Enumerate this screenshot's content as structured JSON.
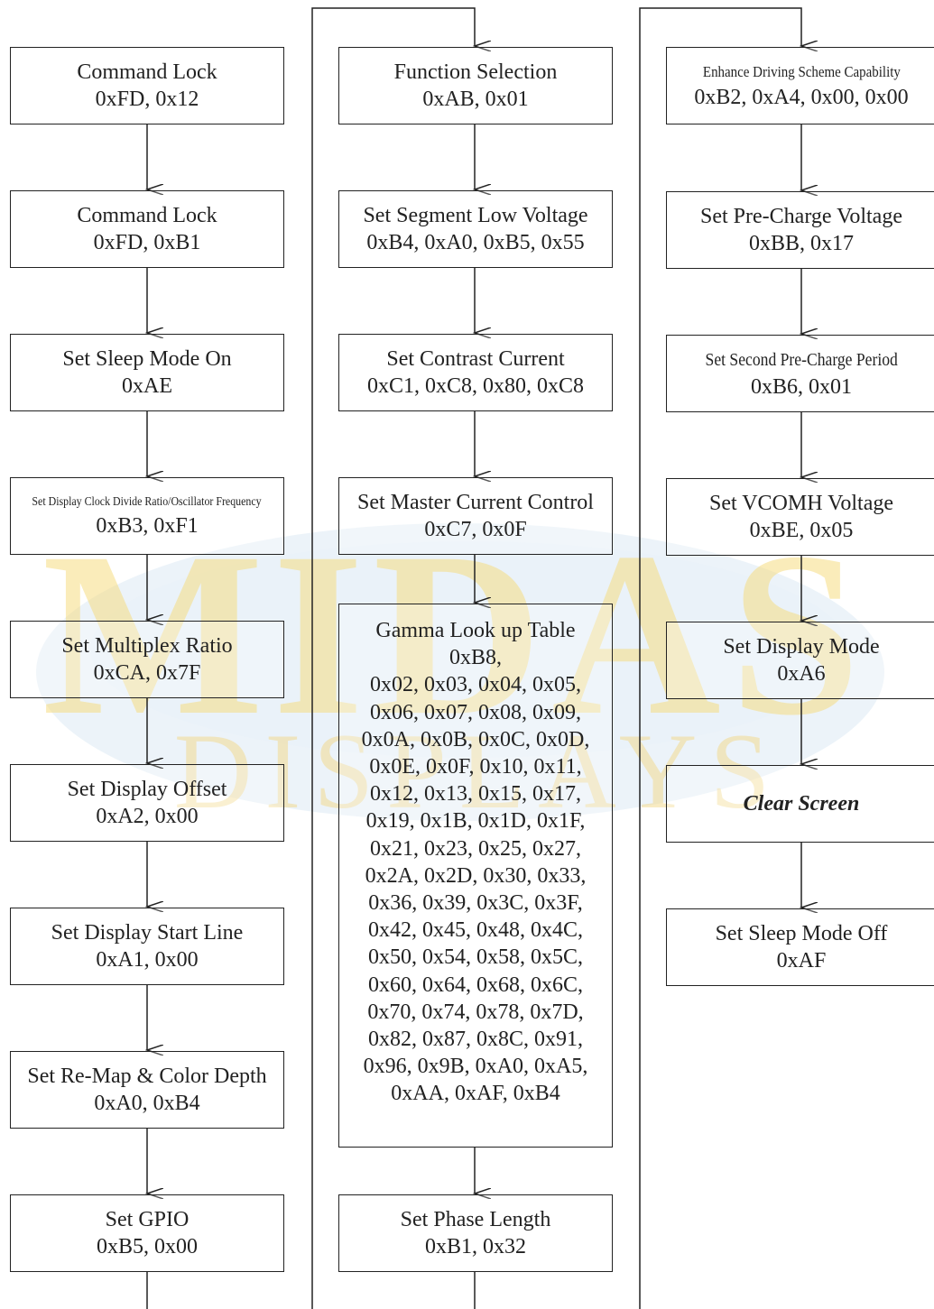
{
  "watermark": {
    "title": "MIDAS",
    "subtitle": "DISPLAYS"
  },
  "column1": [
    {
      "title": "Command Lock",
      "code": "0xFD, 0x12"
    },
    {
      "title": "Command Lock",
      "code": "0xFD, 0xB1"
    },
    {
      "title": "Set Sleep Mode On",
      "code": "0xAE"
    },
    {
      "title": "Set Display Clock Divide Ratio/Oscillator Frequency",
      "code": "0xB3, 0xF1"
    },
    {
      "title": "Set Multiplex Ratio",
      "code": "0xCA, 0x7F"
    },
    {
      "title": "Set Display Offset",
      "code": "0xA2, 0x00"
    },
    {
      "title": "Set Display Start Line",
      "code": "0xA1, 0x00"
    },
    {
      "title": "Set Re-Map & Color Depth",
      "code": "0xA0, 0xB4"
    },
    {
      "title": "Set GPIO",
      "code": "0xB5, 0x00"
    }
  ],
  "column2": [
    {
      "title": "Function Selection",
      "code": "0xAB, 0x01"
    },
    {
      "title": "Set Segment Low Voltage",
      "code": "0xB4, 0xA0, 0xB5, 0x55"
    },
    {
      "title": "Set Contrast Current",
      "code": "0xC1, 0xC8, 0x80, 0xC8"
    },
    {
      "title": "Set Master Current Control",
      "code": "0xC7, 0x0F"
    },
    {
      "title": "Gamma Look up Table",
      "lines": [
        "0xB8,",
        "0x02, 0x03, 0x04, 0x05,",
        "0x06, 0x07, 0x08, 0x09,",
        "0x0A, 0x0B, 0x0C, 0x0D,",
        "0x0E, 0x0F, 0x10, 0x11,",
        "0x12, 0x13, 0x15, 0x17,",
        "0x19, 0x1B, 0x1D, 0x1F,",
        "0x21, 0x23, 0x25, 0x27,",
        "0x2A, 0x2D, 0x30, 0x33,",
        "0x36, 0x39, 0x3C, 0x3F,",
        "0x42, 0x45, 0x48, 0x4C,",
        "0x50, 0x54, 0x58, 0x5C,",
        "0x60, 0x64, 0x68, 0x6C,",
        "0x70, 0x74, 0x78, 0x7D,",
        "0x82, 0x87, 0x8C, 0x91,",
        "0x96, 0x9B, 0xA0, 0xA5,",
        "0xAA, 0xAF, 0xB4"
      ]
    },
    {
      "title": "Set Phase Length",
      "code": "0xB1, 0x32"
    }
  ],
  "column3": [
    {
      "title": "Enhance Driving Scheme Capability",
      "code": "0xB2, 0xA4, 0x00, 0x00"
    },
    {
      "title": "Set Pre-Charge Voltage",
      "code": "0xBB, 0x17"
    },
    {
      "title": "Set Second Pre-Charge Period",
      "code": "0xB6, 0x01"
    },
    {
      "title": "Set VCOMH Voltage",
      "code": "0xBE, 0x05"
    },
    {
      "title": "Set Display Mode",
      "code": "0xA6"
    },
    {
      "title": "Clear Screen"
    },
    {
      "title": "Set Sleep Mode Off",
      "code": "0xAF"
    }
  ],
  "colors": {
    "line": "#222222",
    "watermark_gold": "#f3d77a",
    "watermark_blue": "#c9dcee"
  }
}
